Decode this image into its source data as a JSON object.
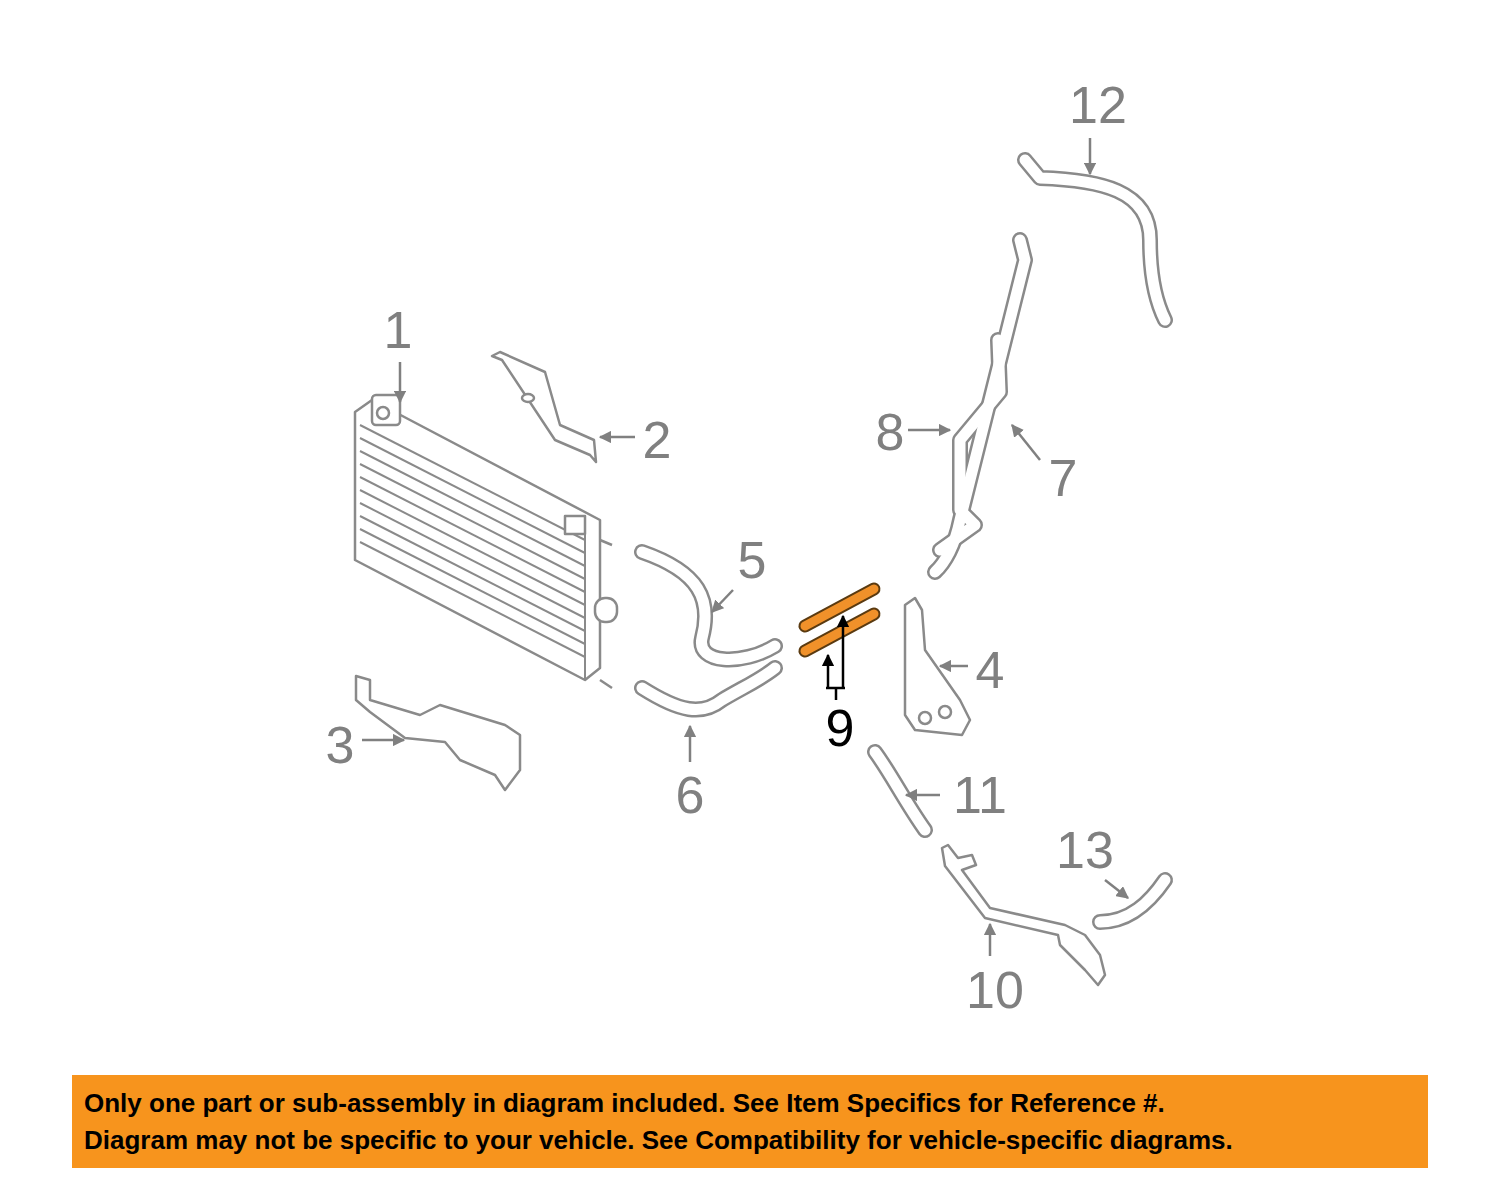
{
  "diagram": {
    "nodes": [
      {
        "text": [
          "Only one part or sub-assembly in diagram included. See Item Specifics for Reference #.",
          "Diagram may not be specific to your vehicle. See Compatibility for vehicle-specific diagrams."
        ]
      }
    ],
    "labels": [
      "12",
      "1",
      "2",
      "8",
      "7",
      "5",
      "9",
      "4",
      "3",
      "6",
      "11",
      "13",
      "10"
    ]
  }
}
